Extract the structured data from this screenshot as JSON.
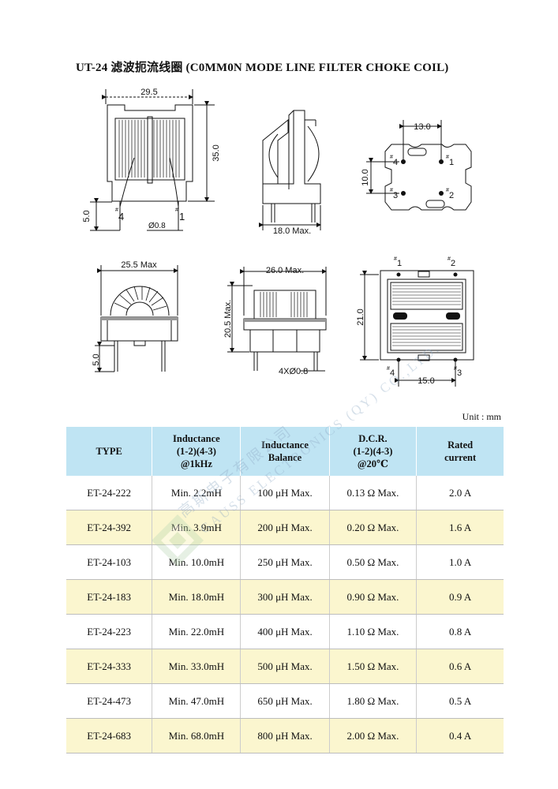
{
  "title": "UT-24 滤波扼流线圈 (C0MM0N MODE LINE FILTER CHOKE COIL)",
  "drawings": {
    "view1": {
      "width": "29.5",
      "height": "35.0",
      "pin_len": "5.0",
      "pin_dia": "Ø0.8",
      "pin_a": "4",
      "pin_b": "1",
      "hash": "#"
    },
    "view2": {
      "depth": "18.0 Max."
    },
    "view3": {
      "pitch_x": "13.0",
      "pitch_y": "10.0",
      "p4": "4",
      "p1": "1",
      "p3": "3",
      "p2": "2",
      "hash": "#"
    },
    "view4": {
      "width": "25.5 Max",
      "pin_len": "5.0"
    },
    "view5": {
      "width": "26.0 Max.",
      "height": "20.5 Max.",
      "pins": "4XØ0.8"
    },
    "view6": {
      "height": "21.0",
      "pitch": "15.0",
      "p1": "1",
      "p2": "2",
      "p4": "4",
      "p3": "3",
      "hash": "#"
    }
  },
  "watermark": {
    "line1": "高斯电子有限公司",
    "line2": "GAUSS ELECTRONICS (QY) CO.,LTD."
  },
  "unit": "Unit : mm",
  "table": {
    "headers": [
      [
        "TYPE"
      ],
      [
        "Inductance",
        "(1-2)(4-3)",
        "@1kHz"
      ],
      [
        "Inductance",
        "Balance"
      ],
      [
        "D.C.R.",
        "(1-2)(4-3)",
        "@20℃"
      ],
      [
        "Rated",
        "current"
      ]
    ],
    "rows": [
      [
        "ET-24-222",
        "Min. 2.2mH",
        "100 μH Max.",
        "0.13 Ω Max.",
        "2.0 A"
      ],
      [
        "ET-24-392",
        "Min. 3.9mH",
        "200 μH Max.",
        "0.20 Ω Max.",
        "1.6 A"
      ],
      [
        "ET-24-103",
        "Min. 10.0mH",
        "250 μH Max.",
        "0.50 Ω Max.",
        "1.0 A"
      ],
      [
        "ET-24-183",
        "Min. 18.0mH",
        "300 μH Max.",
        "0.90 Ω Max.",
        "0.9 A"
      ],
      [
        "ET-24-223",
        "Min. 22.0mH",
        "400 μH Max.",
        "1.10 Ω Max.",
        "0.8 A"
      ],
      [
        "ET-24-333",
        "Min. 33.0mH",
        "500 μH Max.",
        "1.50 Ω Max.",
        "0.6 A"
      ],
      [
        "ET-24-473",
        "Min. 47.0mH",
        "650 μH Max.",
        "1.80 Ω Max.",
        "0.5 A"
      ],
      [
        "ET-24-683",
        "Min. 68.0mH",
        "800 μH Max.",
        "2.00 Ω Max.",
        "0.4 A"
      ]
    ]
  }
}
